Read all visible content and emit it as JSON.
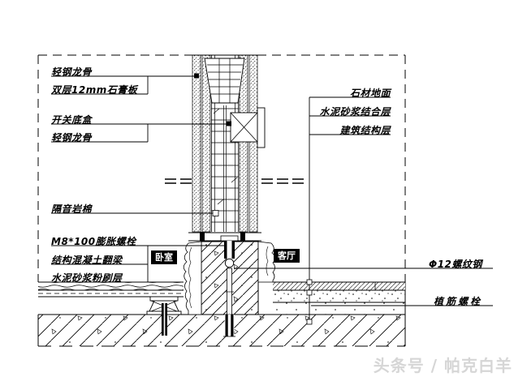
{
  "labels": {
    "left": [
      {
        "text": "轻钢龙骨"
      },
      {
        "text": "双层12mm石膏板"
      },
      {
        "text": "开关底盒"
      },
      {
        "text": "轻钢龙骨"
      },
      {
        "text": "隔音岩棉"
      },
      {
        "text": "M8*100膨胀螺栓"
      },
      {
        "text": "结构混凝土翻梁"
      },
      {
        "text": "水泥砂浆粉刷层"
      }
    ],
    "right": [
      {
        "text": "石材地面"
      },
      {
        "text": "水泥砂浆结合层"
      },
      {
        "text": "建筑结构层"
      },
      {
        "text": "Φ12螺纹钢"
      },
      {
        "text": "植筋螺栓"
      }
    ],
    "rooms": [
      {
        "text": "卧室"
      },
      {
        "text": "客厅"
      }
    ]
  },
  "watermark": {
    "text": "头条号 / 帕克白羊",
    "color": "#d6d6d6"
  },
  "colors": {
    "line": "#000000",
    "background": "#ffffff",
    "room_tag_bg": "#000000",
    "room_tag_text": "#ffffff"
  }
}
